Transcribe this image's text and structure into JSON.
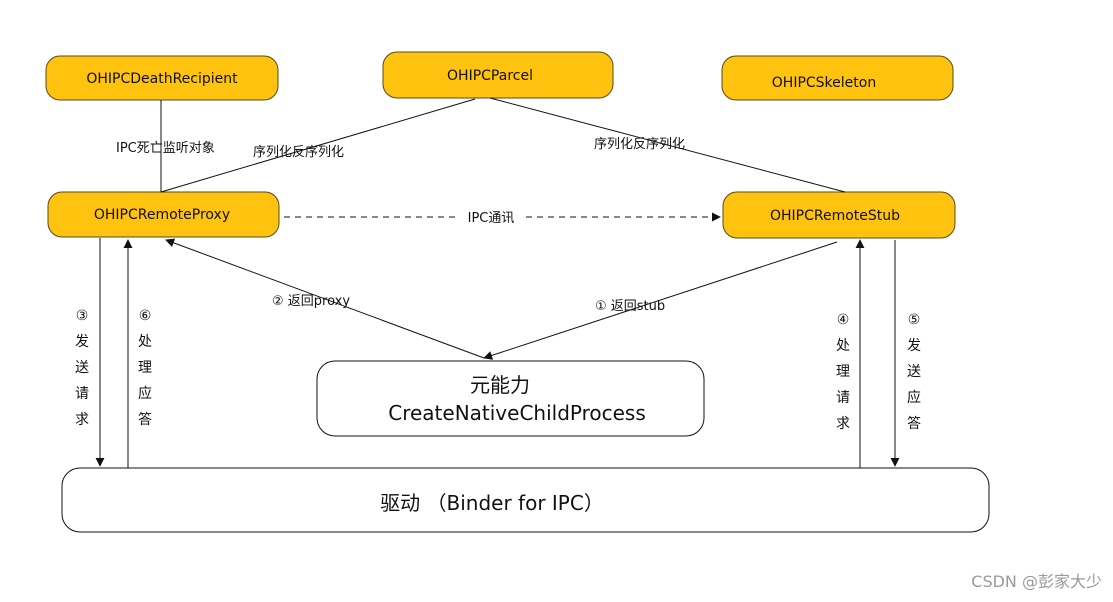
{
  "colors": {
    "node_fill": "#FFC20E",
    "node_stroke": "#5a4a1a",
    "line": "#111111"
  },
  "nodes": {
    "death_recipient": "OHIPCDeathRecipient",
    "parcel": "OHIPCParcel",
    "skeleton": "OHIPCSkeleton",
    "remote_proxy": "OHIPCRemoteProxy",
    "remote_stub": "OHIPCRemoteStub",
    "capability_line1": "元能力",
    "capability_line2": "CreateNativeChildProcess",
    "driver": "驱动 （Binder for IPC）"
  },
  "edges": {
    "death_monitor": "IPC死亡监听对象",
    "serialize_left": "序列化反序列化",
    "serialize_right": "序列化反序列化",
    "ipc_comm": "IPC通讯",
    "return_proxy": "② 返回proxy",
    "return_stub": "① 返回stub",
    "send_request_num": "③",
    "send_request_chars": [
      "发",
      "送",
      "请",
      "求"
    ],
    "handle_reply_num": "⑥",
    "handle_reply_chars": [
      "处",
      "理",
      "应",
      "答"
    ],
    "handle_request_num": "④",
    "handle_request_chars": [
      "处",
      "理",
      "请",
      "求"
    ],
    "send_reply_num": "⑤",
    "send_reply_chars": [
      "发",
      "送",
      "应",
      "答"
    ]
  },
  "watermark": "CSDN @彭家大少"
}
